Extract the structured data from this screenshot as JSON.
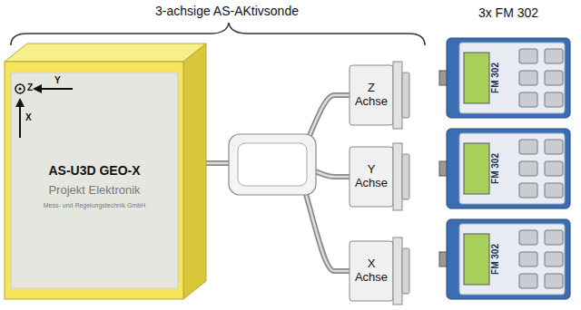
{
  "diagram": {
    "title": "3-achsige AS-AKtivsonde",
    "nodes": [
      {
        "text": [
          "AS-U3D GEO-X",
          "Projekt Elektronik",
          "Mess- und Regelungstechnik GmbH"
        ]
      },
      {
        "text": [
          "Z Achse"
        ]
      },
      {
        "text": [
          "Y Achse"
        ]
      },
      {
        "text": [
          "X Achse"
        ]
      },
      {
        "text": [
          "FM 302"
        ]
      },
      {
        "text": [
          "FM 302"
        ]
      },
      {
        "text": [
          "FM 302"
        ]
      }
    ],
    "edges": [
      {
        "from": 0,
        "to": 1,
        "arrow": "none"
      },
      {
        "from": 0,
        "to": 2,
        "arrow": "none"
      },
      {
        "from": 0,
        "to": 3,
        "arrow": "none"
      }
    ],
    "labels": [
      "Z",
      "Y",
      "X",
      "3x FM 302"
    ]
  }
}
